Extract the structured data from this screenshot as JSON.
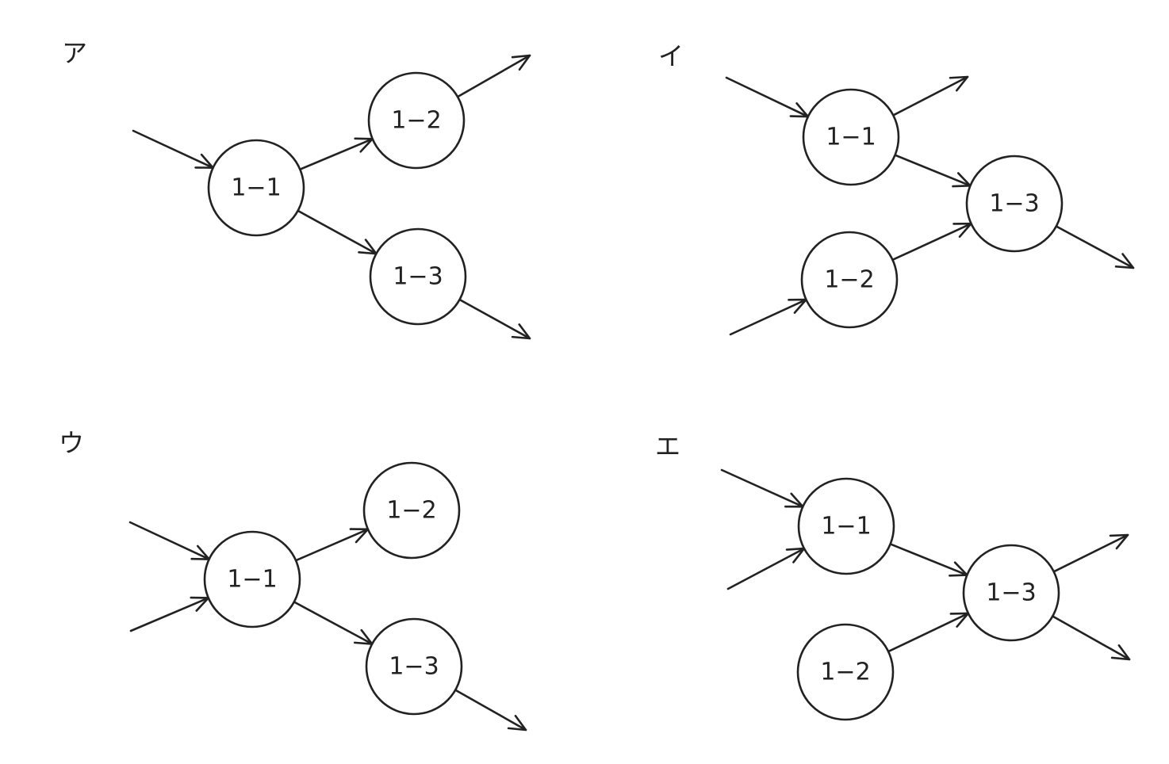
{
  "panels": [
    {
      "id": "a",
      "label": "ア",
      "nodes": [
        {
          "id": "n11",
          "text": "1−1"
        },
        {
          "id": "n12",
          "text": "1−2"
        },
        {
          "id": "n13",
          "text": "1−3"
        }
      ],
      "edges": [
        {
          "from": "in1",
          "to": "n11"
        },
        {
          "from": "n11",
          "to": "n12"
        },
        {
          "from": "n11",
          "to": "n13"
        },
        {
          "from": "n12",
          "to": "out1"
        },
        {
          "from": "n13",
          "to": "out2"
        }
      ]
    },
    {
      "id": "i",
      "label": "イ",
      "nodes": [
        {
          "id": "n11",
          "text": "1−1"
        },
        {
          "id": "n12",
          "text": "1−2"
        },
        {
          "id": "n13",
          "text": "1−3"
        }
      ],
      "edges": [
        {
          "from": "in1",
          "to": "n11"
        },
        {
          "from": "in2",
          "to": "n12"
        },
        {
          "from": "n11",
          "to": "out1"
        },
        {
          "from": "n11",
          "to": "n13"
        },
        {
          "from": "n12",
          "to": "n13"
        },
        {
          "from": "n13",
          "to": "out2"
        }
      ]
    },
    {
      "id": "u",
      "label": "ウ",
      "nodes": [
        {
          "id": "n11",
          "text": "1−1"
        },
        {
          "id": "n12",
          "text": "1−2"
        },
        {
          "id": "n13",
          "text": "1−3"
        }
      ],
      "edges": [
        {
          "from": "in1",
          "to": "n11"
        },
        {
          "from": "in2",
          "to": "n11"
        },
        {
          "from": "n11",
          "to": "n12"
        },
        {
          "from": "n11",
          "to": "n13"
        },
        {
          "from": "n13",
          "to": "out1"
        }
      ]
    },
    {
      "id": "e",
      "label": "エ",
      "nodes": [
        {
          "id": "n11",
          "text": "1−1"
        },
        {
          "id": "n12",
          "text": "1−2"
        },
        {
          "id": "n13",
          "text": "1−3"
        }
      ],
      "edges": [
        {
          "from": "in1",
          "to": "n11"
        },
        {
          "from": "in2",
          "to": "n11"
        },
        {
          "from": "n11",
          "to": "n13"
        },
        {
          "from": "n12",
          "to": "n13"
        },
        {
          "from": "n13",
          "to": "out1"
        },
        {
          "from": "n13",
          "to": "out2"
        }
      ]
    }
  ]
}
